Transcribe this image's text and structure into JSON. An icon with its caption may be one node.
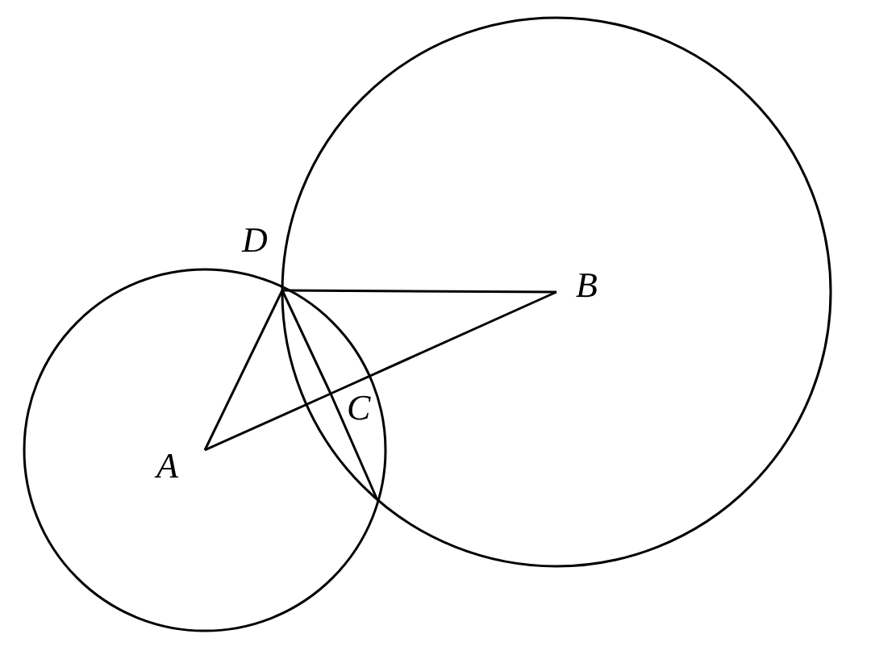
{
  "diagram": {
    "nodes": [
      {
        "text": [
          "A"
        ]
      },
      {
        "text": [
          "B"
        ]
      },
      {
        "text": [
          "C"
        ]
      },
      {
        "text": [
          "D"
        ]
      }
    ],
    "edges": [
      {
        "from": 3,
        "to": 1,
        "arrow": "none"
      },
      {
        "from": 3,
        "to": 0,
        "arrow": "none"
      },
      {
        "from": 0,
        "to": 2,
        "arrow": "none"
      },
      {
        "from": 2,
        "to": 1,
        "arrow": "none"
      },
      {
        "from": 3,
        "to": 2,
        "arrow": "none"
      },
      {
        "from": 2,
        "to": null,
        "arrow": "none"
      }
    ]
  }
}
